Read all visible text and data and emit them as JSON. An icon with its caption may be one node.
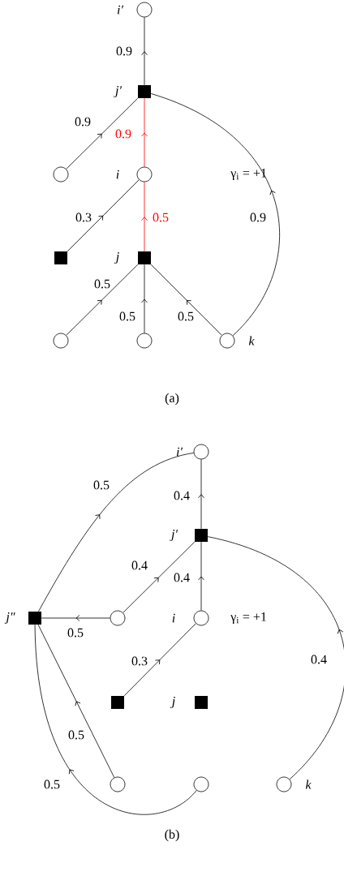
{
  "diagram": {
    "nodes": [
      {
        "text": [],
        "shape": "circle",
        "beside": [
          "i′"
        ]
      },
      {
        "text": [],
        "shape": "box",
        "beside": [
          "j′"
        ]
      },
      {
        "text": [],
        "shape": "circle"
      },
      {
        "text": [],
        "shape": "circle",
        "beside": [
          "i"
        ]
      },
      {
        "text": [],
        "shape": "box"
      },
      {
        "text": [],
        "shape": "box",
        "beside": [
          "j"
        ]
      },
      {
        "text": [],
        "shape": "circle"
      },
      {
        "text": [],
        "shape": "circle"
      },
      {
        "text": [],
        "shape": "circle",
        "beside": [
          "k"
        ]
      },
      {
        "text": [],
        "shape": "circle",
        "beside": [
          "i′"
        ]
      },
      {
        "text": [],
        "shape": "box",
        "beside": [
          "j′"
        ]
      },
      {
        "text": [],
        "shape": "box",
        "beside": [
          "j″"
        ]
      },
      {
        "text": [],
        "shape": "circle"
      },
      {
        "text": [],
        "shape": "circle",
        "beside": [
          "i"
        ]
      },
      {
        "text": [],
        "shape": "box"
      },
      {
        "text": [],
        "shape": "box",
        "beside": [
          "j"
        ]
      },
      {
        "text": [],
        "shape": "circle"
      },
      {
        "text": [],
        "shape": "circle"
      },
      {
        "text": [],
        "shape": "circle",
        "beside": [
          "k"
        ]
      }
    ],
    "edges": [
      {
        "from": 1,
        "to": 0,
        "arrow": "to",
        "label": "0.9"
      },
      {
        "from": 2,
        "to": 1,
        "arrow": "to",
        "label": "0.9"
      },
      {
        "from": 3,
        "to": 1,
        "arrow": "to",
        "label": "0.9",
        "color": "#ff0000"
      },
      {
        "from": 4,
        "to": 3,
        "arrow": "to",
        "label": "0.3"
      },
      {
        "from": 5,
        "to": 3,
        "arrow": "to",
        "label": "0.5",
        "color": "#ff0000"
      },
      {
        "from": 6,
        "to": 5,
        "arrow": "to",
        "label": "0.5"
      },
      {
        "from": 7,
        "to": 5,
        "arrow": "to",
        "label": "0.5"
      },
      {
        "from": 8,
        "to": 5,
        "arrow": "to",
        "label": "0.5"
      },
      {
        "from": 8,
        "to": 1,
        "arrow": "to",
        "label": "0.9"
      },
      {
        "from": 10,
        "to": 9,
        "arrow": "to",
        "label": "0.4"
      },
      {
        "from": 12,
        "to": 10,
        "arrow": "to",
        "label": "0.4"
      },
      {
        "from": 13,
        "to": 10,
        "arrow": "to",
        "label": "0.4"
      },
      {
        "from": 12,
        "to": 11,
        "arrow": "to",
        "label": "0.5"
      },
      {
        "from": 11,
        "to": 9,
        "arrow": "to",
        "label": "0.5"
      },
      {
        "from": 14,
        "to": 13,
        "arrow": "to",
        "label": "0.3"
      },
      {
        "from": 16,
        "to": 11,
        "arrow": "to",
        "label": "0.5"
      },
      {
        "from": 17,
        "to": 11,
        "arrow": "to",
        "label": "0.5"
      },
      {
        "from": 18,
        "to": 10,
        "arrow": "to",
        "label": "0.4"
      }
    ],
    "labels": [
      "γ$_{i}$ = +1",
      "(a)",
      "γ$_{i}$ = +1",
      "(b)"
    ]
  }
}
